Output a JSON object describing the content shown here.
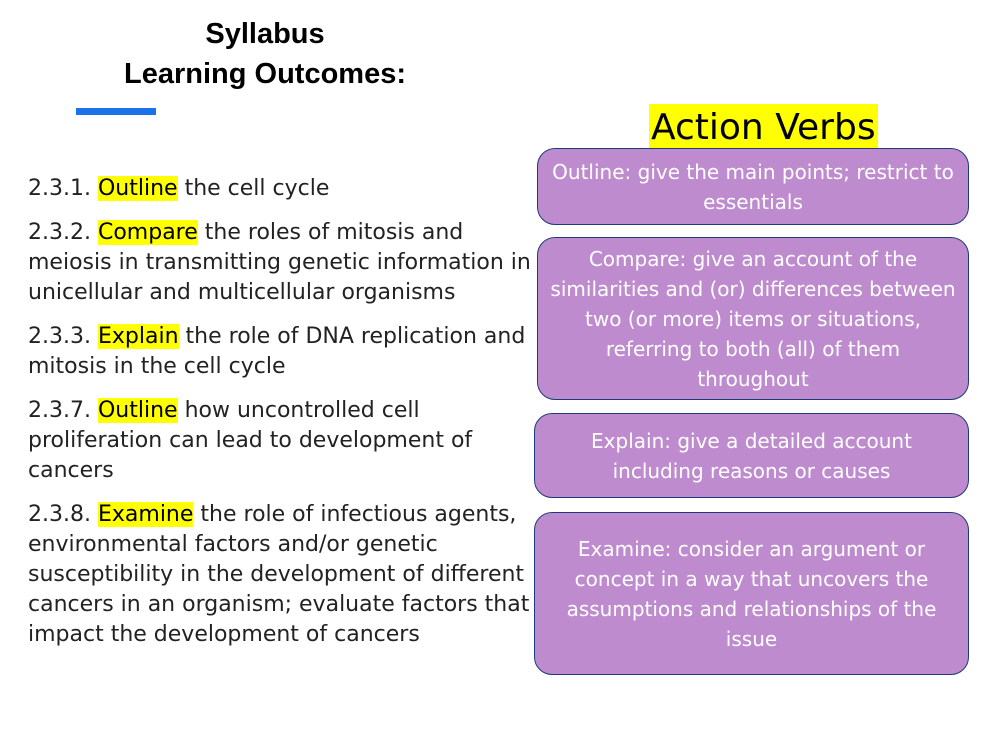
{
  "header": {
    "title_line1": "Syllabus",
    "title_line2": "Learning Outcomes:"
  },
  "outcomes": [
    {
      "code": "2.3.1.",
      "verb": "Outline",
      "text": "the cell cycle"
    },
    {
      "code": "2.3.2.",
      "verb": "Compare",
      "text": "the roles of mitosis and meiosis in transmitting genetic information in unicellular and multicellular organisms"
    },
    {
      "code": "2.3.3.",
      "verb": "Explain",
      "text": "the role of DNA replication and mitosis in the cell cycle"
    },
    {
      "code": "2.3.7.",
      "verb": "Outline",
      "text": "how uncontrolled cell proliferation can lead to development of cancers"
    },
    {
      "code": "2.3.8.",
      "verb": "Examine",
      "text": "the role of infectious agents, environmental factors and/or genetic susceptibility in the development of different cancers in an organism; evaluate factors that impact the development of cancers"
    }
  ],
  "action_verbs": {
    "title": "Action Verbs",
    "definitions": [
      "Outline: give the main points; restrict to essentials",
      "Compare: give an account of the similarities and (or) differences between two (or more) items or situations, referring to both (all) of them throughout",
      "Explain: give a detailed account including reasons or causes",
      "Examine: consider an argument or concept in a way that uncovers the assumptions and relationships of the issue"
    ]
  },
  "colors": {
    "highlight": "#ffff00",
    "box_fill": "#be8cce",
    "box_border": "#1f3a7a",
    "accent_bar": "#1a73e8"
  }
}
